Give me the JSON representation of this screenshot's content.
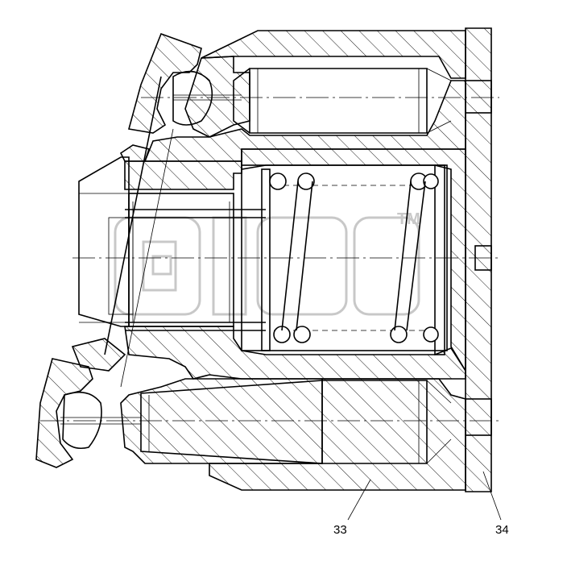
{
  "callouts": [
    {
      "label": "33"
    },
    {
      "label": "34"
    }
  ],
  "watermark": {
    "mark": "TM"
  }
}
